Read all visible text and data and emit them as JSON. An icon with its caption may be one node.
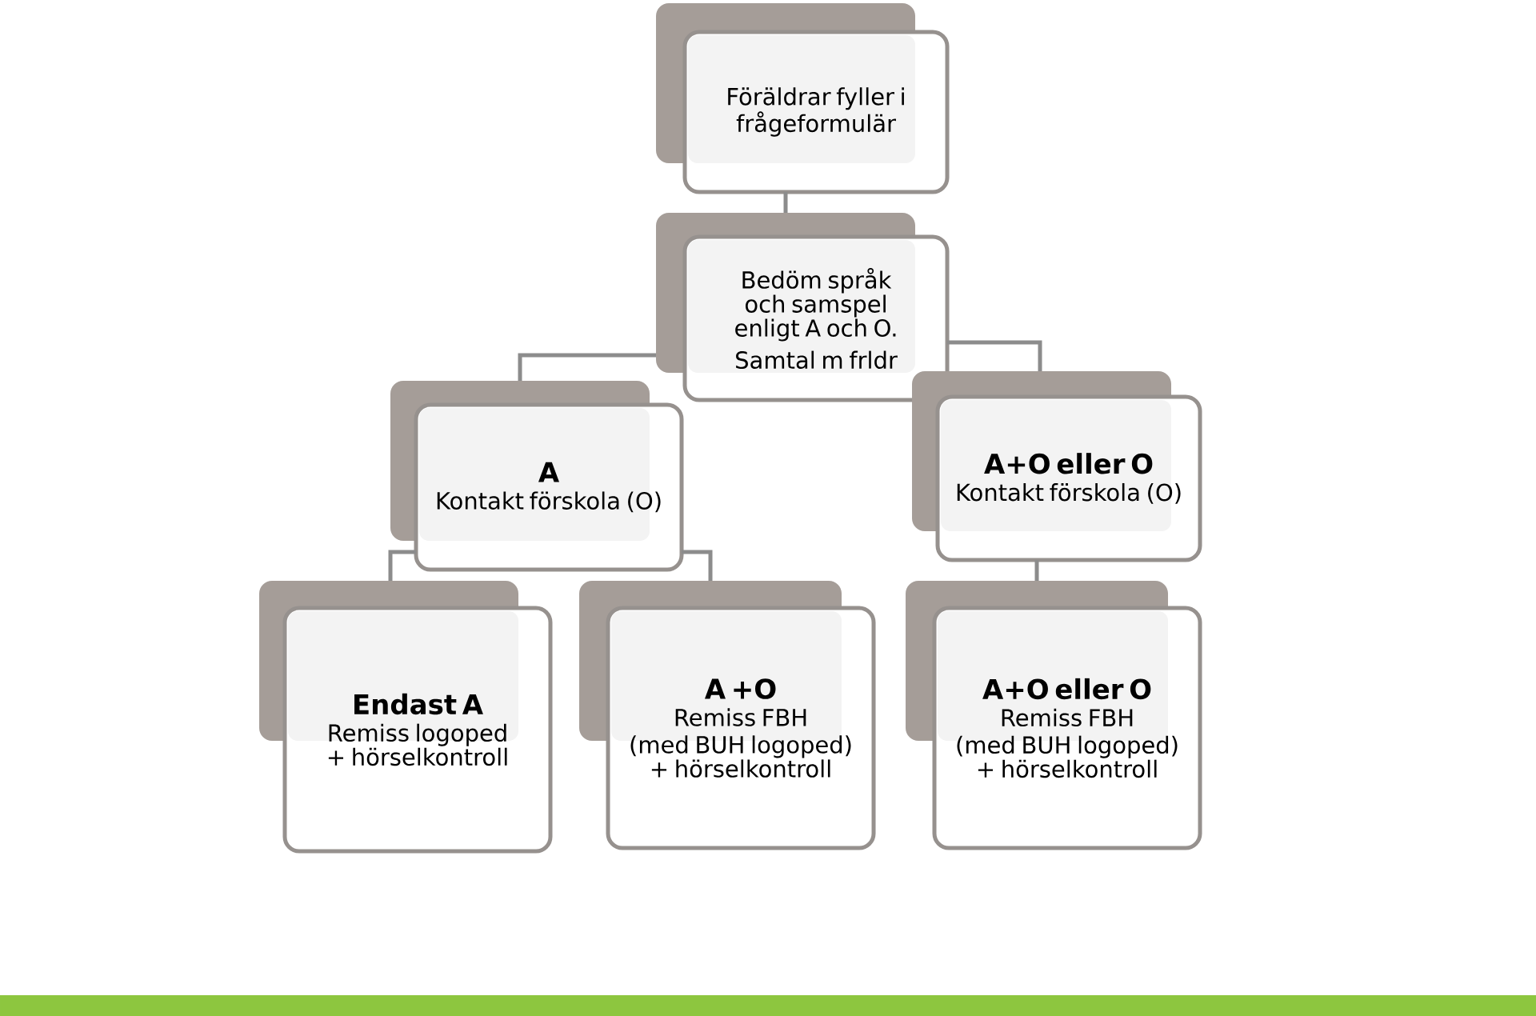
{
  "diagram": {
    "nodes": [
      {
        "text": [
          "Föräldrar fyller i frågeformulär"
        ]
      },
      {
        "text": [
          "Bedöm språk och samspel enligt A och O.",
          "Samtal m frldr"
        ]
      },
      {
        "text": [
          "A",
          "Kontakt förskola (O)"
        ]
      },
      {
        "text": [
          "A+O eller O",
          "Kontakt förskola (O)"
        ]
      },
      {
        "text": [
          "Endast A",
          "Remiss logoped + hörselkontroll"
        ]
      },
      {
        "text": [
          "A +O",
          "Remiss FBH",
          "(med BUH logoped) + hörselkontroll"
        ]
      },
      {
        "text": [
          "A+O eller O",
          "Remiss FBH",
          "(med BUH logoped) + hörselkontroll"
        ]
      }
    ],
    "edges": [
      {
        "from": 0,
        "to": 1,
        "arrow": "none"
      },
      {
        "from": 1,
        "to": 2,
        "arrow": "none"
      },
      {
        "from": 1,
        "to": 3,
        "arrow": "none"
      },
      {
        "from": 2,
        "to": 4,
        "arrow": "none"
      },
      {
        "from": 2,
        "to": 5,
        "arrow": "none"
      },
      {
        "from": 3,
        "to": 6,
        "arrow": "none"
      }
    ]
  }
}
